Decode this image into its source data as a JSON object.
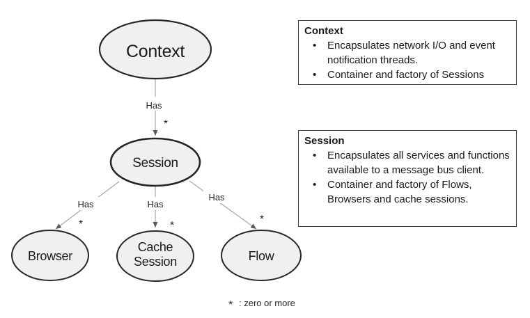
{
  "diagram": {
    "nodes": [
      {
        "id": "context",
        "label": "Context"
      },
      {
        "id": "session",
        "label": "Session"
      },
      {
        "id": "browser",
        "label": "Browser"
      },
      {
        "id": "cache-session",
        "label_lines": [
          "Cache",
          "Session"
        ]
      },
      {
        "id": "flow",
        "label": "Flow"
      }
    ],
    "edges": [
      {
        "from": "Context",
        "to": "Session",
        "label": "Has",
        "multiplicity": "*"
      },
      {
        "from": "Session",
        "to": "Browser",
        "label": "Has",
        "multiplicity": "*"
      },
      {
        "from": "Session",
        "to": "Cache Session",
        "label": "Has",
        "multiplicity": "*"
      },
      {
        "from": "Session",
        "to": "Flow",
        "label": "Has",
        "multiplicity": "*"
      }
    ],
    "legend": {
      "symbol": "*",
      "text": ": zero or more"
    }
  },
  "info_boxes": [
    {
      "title": "Context",
      "bullets": [
        "Encapsulates network I/O and event notification threads.",
        "Container and factory of Sessions"
      ]
    },
    {
      "title": "Session",
      "bullets": [
        "Encapsulates all services and functions available to a message bus client.",
        "Container and factory of Flows, Browsers and cache sessions."
      ]
    }
  ],
  "ui": {
    "bullet_char": "•"
  },
  "colors": {
    "background": "#ffffff",
    "node_fill": "#f0f0f0",
    "node_stroke": "#262626",
    "connector": "#a6a6a6",
    "arrowhead": "#595959",
    "text": "#1a1a1a",
    "box_border": "#404040"
  }
}
